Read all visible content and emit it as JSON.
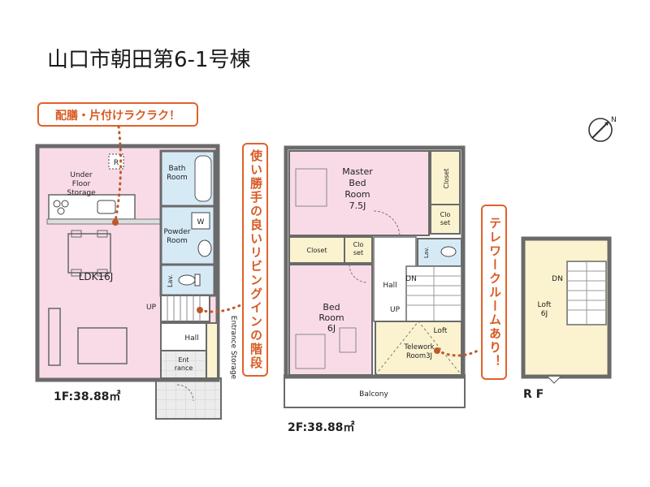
{
  "title": "山口市朝田第6-1号棟",
  "callouts": {
    "serving": "配膳・片付けラクラク！",
    "stairs": "使い勝手の良いリビングインの階段",
    "telework": "テレワークルームあり！"
  },
  "compass": {
    "label": "N"
  },
  "floor1": {
    "label": "1F:38.88㎡",
    "rooms": {
      "underfloor": "Under\nFloor\nStorage",
      "refrigerator": "R",
      "ldk": "LDK16J",
      "bath": "Bath\nRoom",
      "washer": "W",
      "powder": "Powder\nRoom",
      "lav": "Lav.",
      "up": "UP",
      "hall": "Hall",
      "entrance": "Ent\nrance",
      "entrance_storage": "Entrance Storage"
    }
  },
  "floor2": {
    "label": "2F:38.88㎡",
    "rooms": {
      "master": "Master\nBed\nRoom\n7.5J",
      "closet_master": "Closet",
      "closet_small": "Clo\nset",
      "closet_hall": "Closet",
      "closet_hall2": "Clo\nset",
      "lav": "Lav.",
      "hall": "Hall",
      "dn": "DN",
      "up": "UP",
      "bed": "Bed\nRoom\n6J",
      "loft": "Loft",
      "telework": "Telework\nRoom3J",
      "balcony": "Balcony"
    }
  },
  "roof": {
    "label": "R F",
    "rooms": {
      "dn": "DN",
      "loft": "Loft\n6J"
    }
  },
  "colors": {
    "pink": "#f9dbe8",
    "blue": "#d6eaf6",
    "cream": "#fbf3cf",
    "gray_bg": "#e9e9e9",
    "wall": "#6a6a6a",
    "accent": "#e0622a"
  }
}
